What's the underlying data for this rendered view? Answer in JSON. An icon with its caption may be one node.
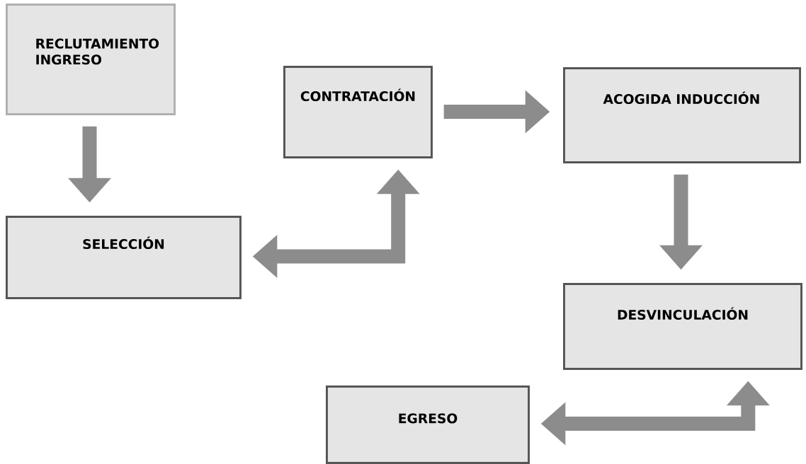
{
  "diagram": {
    "nodes": [
      {
        "text": [
          "RECLUTAMIENTO INGRESO"
        ]
      },
      {
        "text": [
          "CONTRATACIÓN"
        ]
      },
      {
        "text": [
          "ACOGIDA INDUCCIÓN"
        ]
      },
      {
        "text": [
          "SELECCIÓN"
        ]
      },
      {
        "text": [
          "DESVINCULACIÓN"
        ]
      },
      {
        "text": [
          "EGRESO"
        ]
      }
    ],
    "edges": [
      {
        "from": 0,
        "to": 3,
        "arrow": "to"
      },
      {
        "from": 3,
        "to": 1,
        "arrow": "both"
      },
      {
        "from": 1,
        "to": 2,
        "arrow": "to"
      },
      {
        "from": 2,
        "to": 4,
        "arrow": "to"
      },
      {
        "from": 5,
        "to": 4,
        "arrow": "both"
      }
    ]
  }
}
